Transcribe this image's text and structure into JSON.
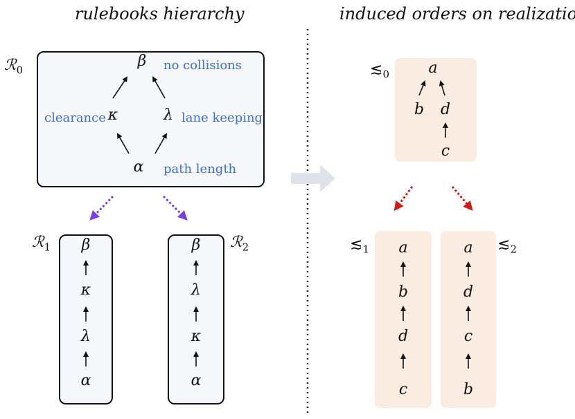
{
  "titles": {
    "left": "rulebooks  hierarchy",
    "right": "induced orders on realizations"
  },
  "rulebooks": {
    "r0": {
      "symbol": "ℛ",
      "sub": "0"
    },
    "r1": {
      "symbol": "ℛ",
      "sub": "1"
    },
    "r2": {
      "symbol": "ℛ",
      "sub": "2"
    }
  },
  "rules": {
    "beta": {
      "symbol": "β",
      "label": "no collisions"
    },
    "kappa": {
      "symbol": "κ",
      "label": "clearance"
    },
    "lambda": {
      "symbol": "λ",
      "label": "lane keeping"
    },
    "alpha": {
      "symbol": "α",
      "label": "path length"
    }
  },
  "r1_chain": [
    "β",
    "κ",
    "λ",
    "α"
  ],
  "r2_chain": [
    "β",
    "λ",
    "κ",
    "α"
  ],
  "orders": {
    "o0": {
      "symbol": "≲",
      "sub": "0",
      "nodes": {
        "top": "a",
        "left": "b",
        "right": "d",
        "bottom": "c"
      }
    },
    "o1": {
      "symbol": "≲",
      "sub": "1",
      "chain": [
        "a",
        "b",
        "d",
        "c"
      ]
    },
    "o2": {
      "symbol": "≲",
      "sub": "2",
      "chain": [
        "a",
        "d",
        "c",
        "b"
      ]
    }
  },
  "colors": {
    "rule_text": "#3a6fd8",
    "purple_arrow": "#7b3fe4",
    "red_arrow": "#d11a1a",
    "box_fill": "#f5f7fa",
    "peach_fill": "#fbece1",
    "big_arrow": "#dde3e8"
  }
}
